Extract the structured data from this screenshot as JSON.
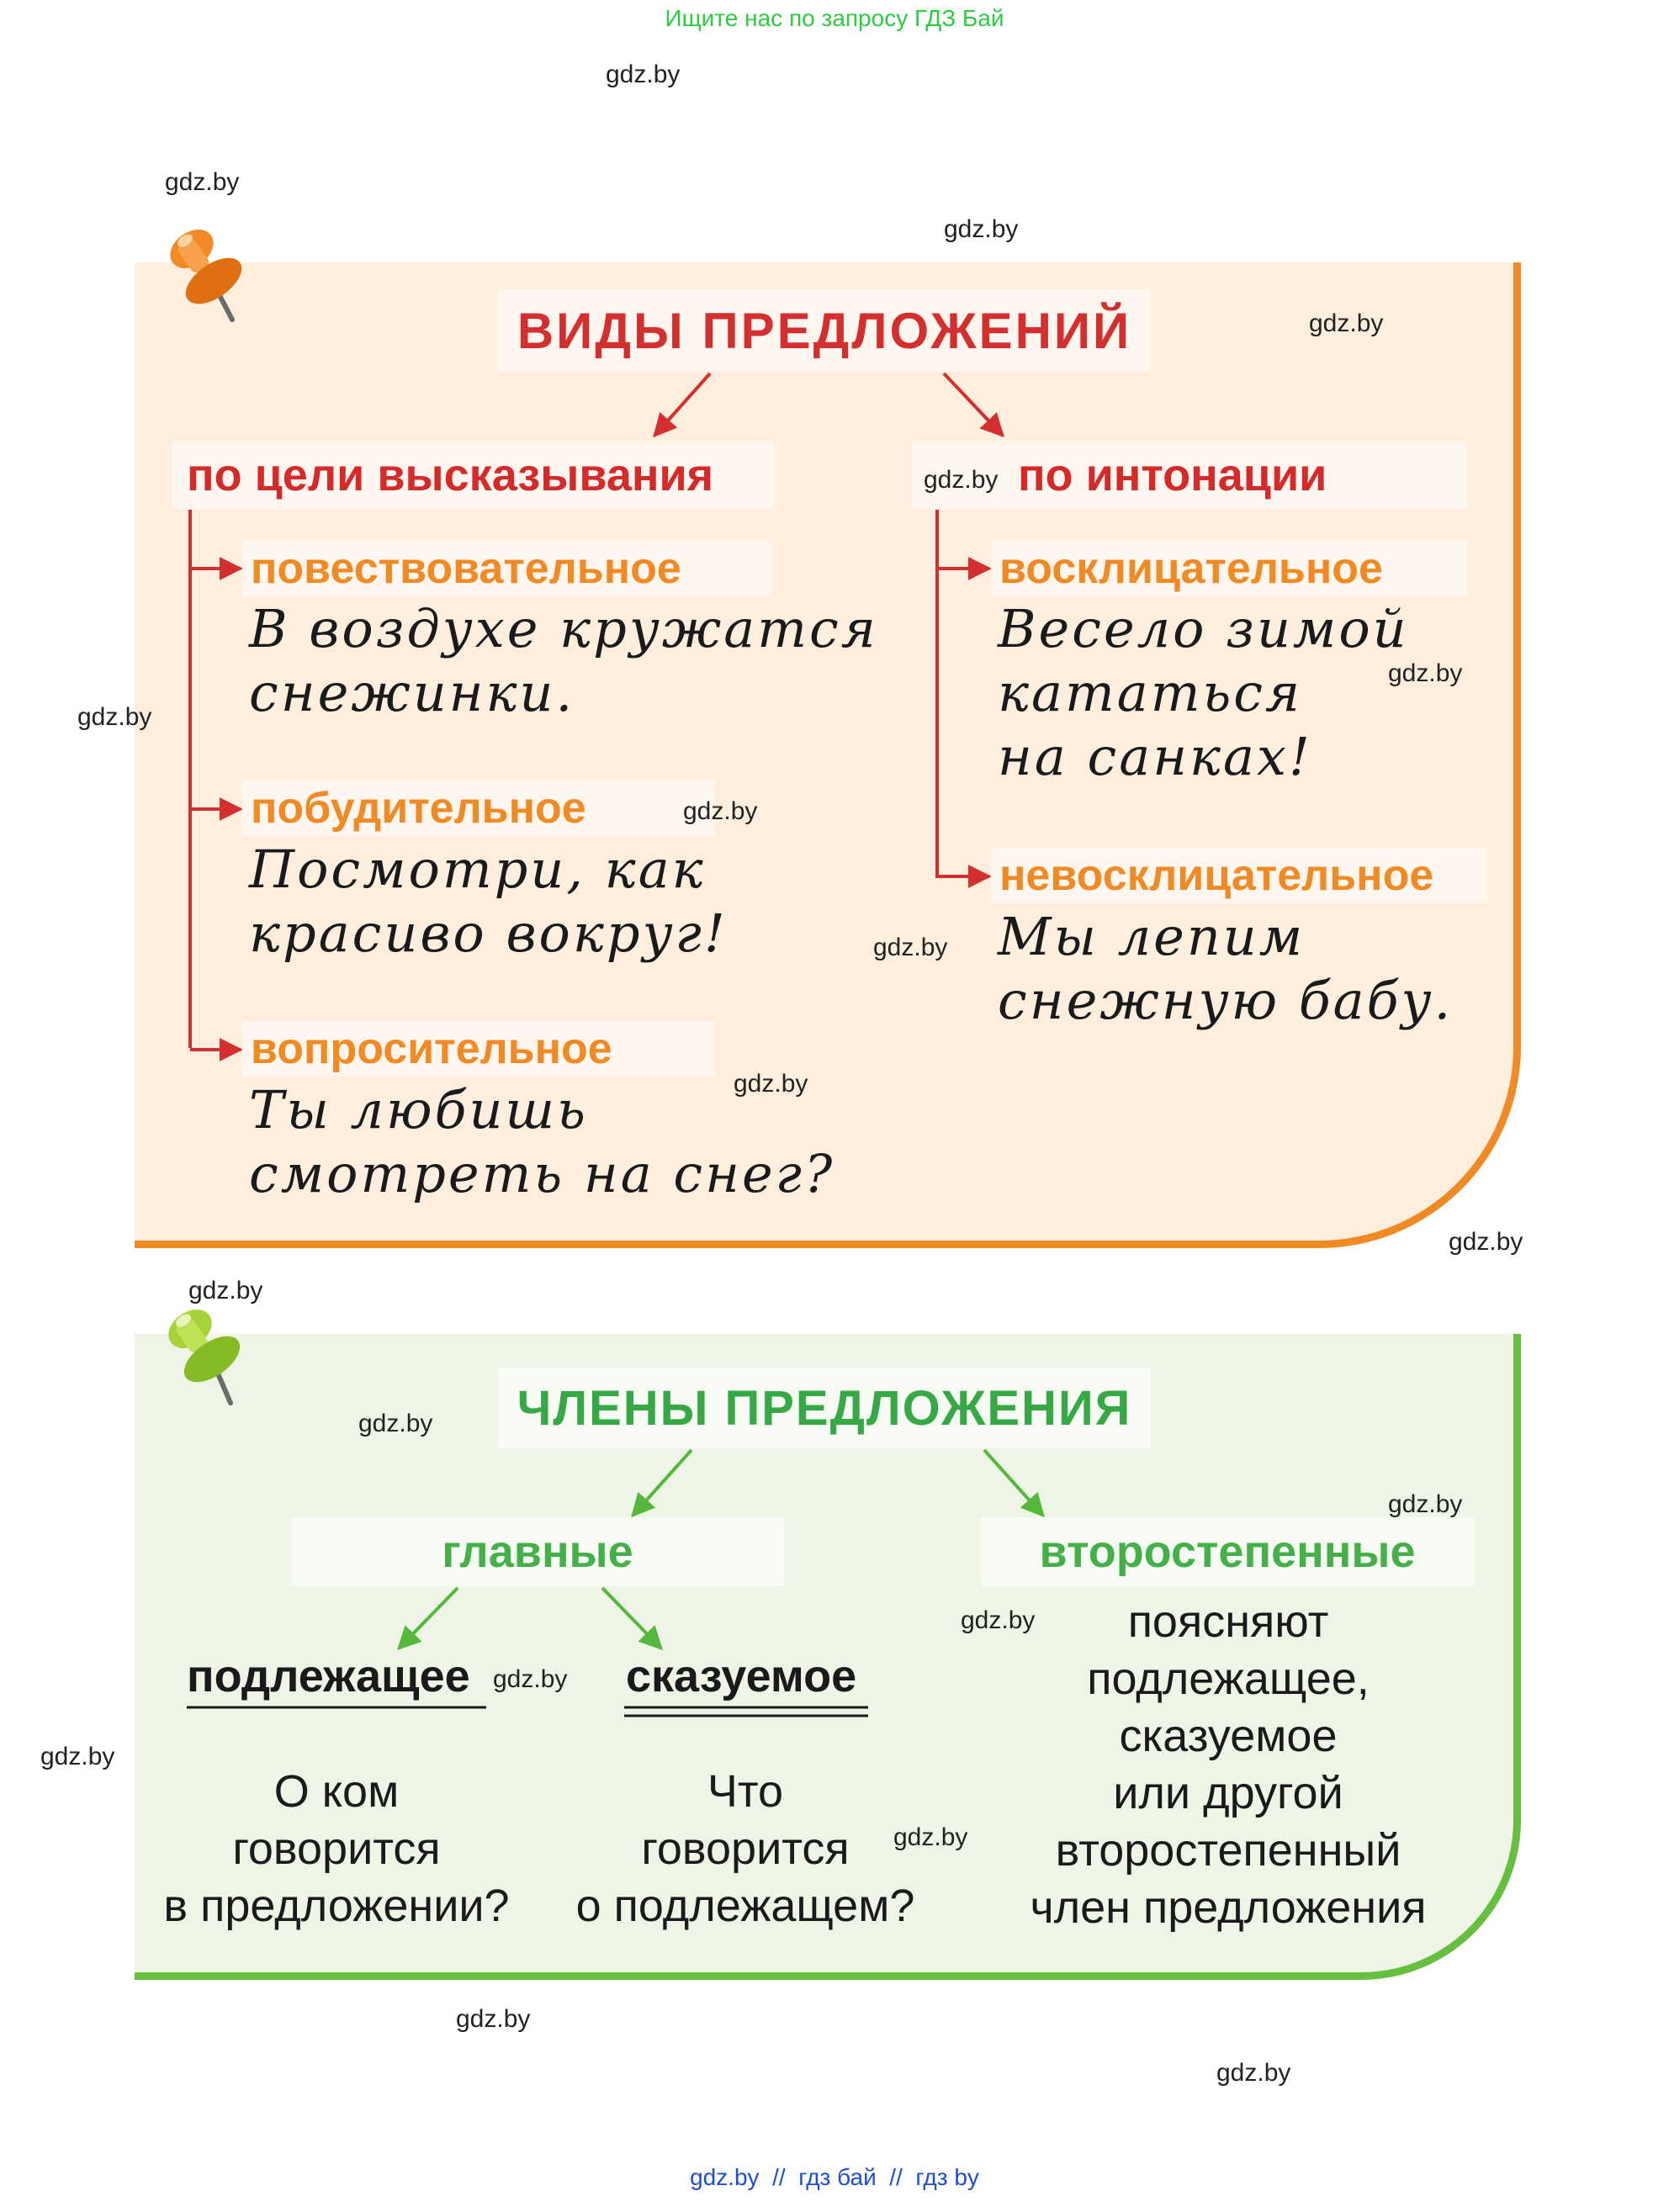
{
  "top_note": "Ищите нас по запросу ГДЗ Бай",
  "footer": "gdz.by  //  гдз бай  //  гдз by",
  "watermark": "gdz.by",
  "section1": {
    "title": "ВИДЫ ПРЕДЛОЖЕНИЙ",
    "left_category": "по цели высказывания",
    "right_category": "по интонации",
    "left_items": [
      {
        "label": "повествовательное",
        "example": "В воздухе кружатся\nснежинки."
      },
      {
        "label": "побудительное",
        "example": "Посмотри, как\nкрасиво вокруг!"
      },
      {
        "label": "вопросительное",
        "example": "Ты любишь\nсмотреть на снег?"
      }
    ],
    "right_items": [
      {
        "label": "восклицательное",
        "example": "Весело зимой\nкататься\nна санках!"
      },
      {
        "label": "невосклицательное",
        "example": "Мы лепим\nснежную бабу."
      }
    ]
  },
  "section2": {
    "title": "ЧЛЕНЫ ПРЕДЛОЖЕНИЯ",
    "main_category": "главные",
    "secondary_category": "второстепенные",
    "subject": {
      "label": "подлежащее",
      "question": "О ком\nговорится\nв предложении?"
    },
    "predicate": {
      "label": "сказуемое",
      "question": "Что\nговорится\nо подлежащем?"
    },
    "secondary_description": "поясняют\nподлежащее,\nсказуемое\nили другой\nвторостепенный\nчлен предложения"
  },
  "colors": {
    "orange_accent": "#f08a24",
    "red_text": "#d32f2f",
    "green_accent": "#67bf3f",
    "green_text": "#37a846",
    "watermark_top": "#2ecc40",
    "footer_link": "#1f4fd0"
  },
  "icons": [
    "orange-pushpin-icon",
    "green-pushpin-icon"
  ]
}
